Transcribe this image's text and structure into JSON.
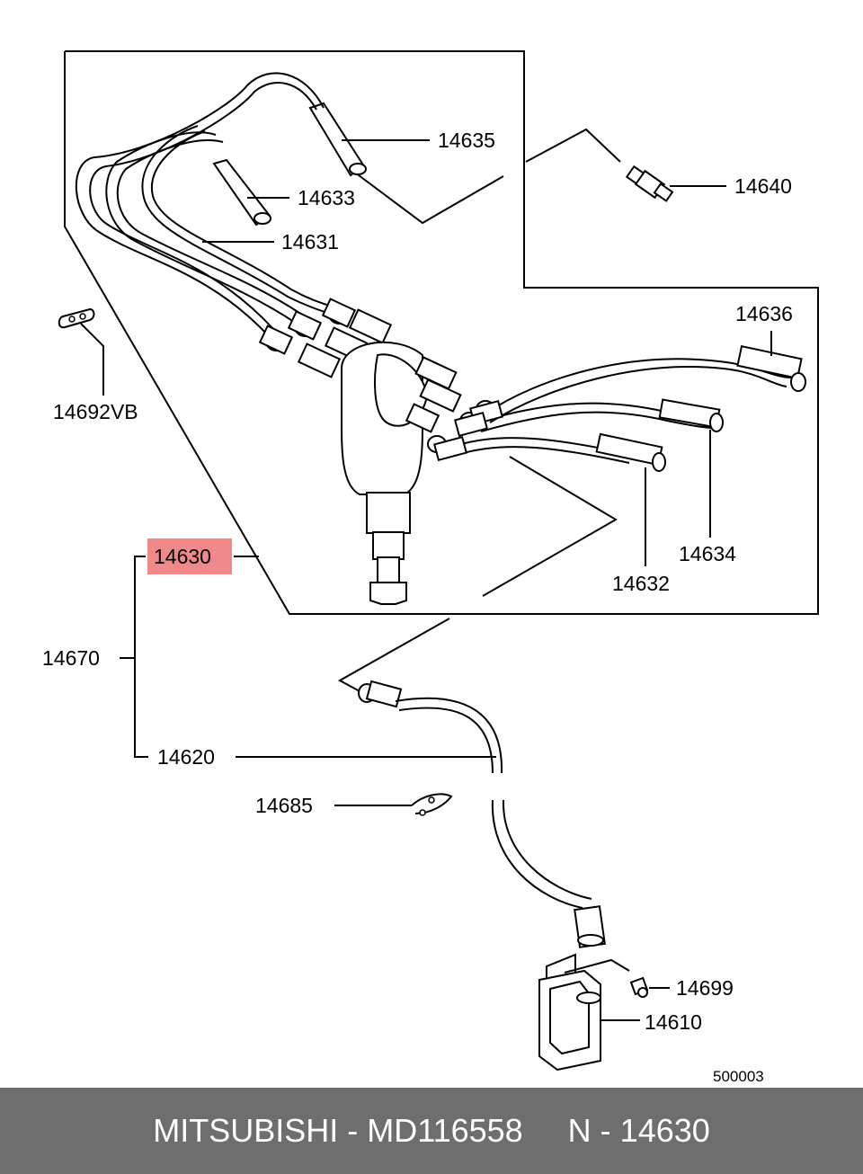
{
  "diagram": {
    "reference_code": "500003",
    "highlight_color": "#f08a8a",
    "labels": {
      "p14635": "14635",
      "p14640": "14640",
      "p14633": "14633",
      "p14631": "14631",
      "p14636": "14636",
      "p14692VB": "14692VB",
      "p14634": "14634",
      "p14632": "14632",
      "p14630": "14630",
      "p14670": "14670",
      "p14620": "14620",
      "p14685": "14685",
      "p14699": "14699",
      "p14610": "14610"
    }
  },
  "footer": {
    "brand": "MITSUBISHI",
    "part_number": "MD116558",
    "ref": "N - 14630",
    "text": "MITSUBISHI - MD116558     N - 14630",
    "background": "#6e6e6e"
  }
}
